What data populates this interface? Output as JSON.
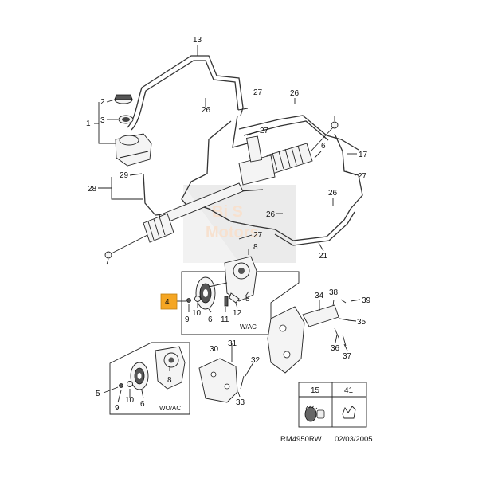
{
  "diagram": {
    "callouts": [
      {
        "id": "c13",
        "text": "13"
      },
      {
        "id": "c2",
        "text": "2"
      },
      {
        "id": "c3",
        "text": "3"
      },
      {
        "id": "c1",
        "text": "1"
      },
      {
        "id": "c26a",
        "text": "26"
      },
      {
        "id": "c27a",
        "text": "27"
      },
      {
        "id": "c26b",
        "text": "26"
      },
      {
        "id": "c27b",
        "text": "27"
      },
      {
        "id": "c6a",
        "text": "6"
      },
      {
        "id": "c17",
        "text": "17"
      },
      {
        "id": "c27c",
        "text": "27"
      },
      {
        "id": "c29",
        "text": "29"
      },
      {
        "id": "c28",
        "text": "28"
      },
      {
        "id": "c26c",
        "text": "26"
      },
      {
        "id": "c26d",
        "text": "26"
      },
      {
        "id": "c27d",
        "text": "27"
      },
      {
        "id": "c8a",
        "text": "8"
      },
      {
        "id": "c21",
        "text": "21"
      },
      {
        "id": "c9a",
        "text": "9"
      },
      {
        "id": "c10a",
        "text": "10"
      },
      {
        "id": "c6b",
        "text": "6"
      },
      {
        "id": "c11",
        "text": "11"
      },
      {
        "id": "c12",
        "text": "12"
      },
      {
        "id": "c8b",
        "text": "8"
      },
      {
        "id": "c34",
        "text": "34"
      },
      {
        "id": "c38",
        "text": "38"
      },
      {
        "id": "c39",
        "text": "39"
      },
      {
        "id": "c35",
        "text": "35"
      },
      {
        "id": "c36",
        "text": "36"
      },
      {
        "id": "c37",
        "text": "37"
      },
      {
        "id": "c30",
        "text": "30"
      },
      {
        "id": "c31",
        "text": "31"
      },
      {
        "id": "c32",
        "text": "32"
      },
      {
        "id": "c33",
        "text": "33"
      },
      {
        "id": "c8c",
        "text": "8"
      },
      {
        "id": "c5",
        "text": "5"
      },
      {
        "id": "c9b",
        "text": "9"
      },
      {
        "id": "c10b",
        "text": "10"
      },
      {
        "id": "c6c",
        "text": "6"
      }
    ],
    "highlight_callout": {
      "text": "4",
      "color": "#f5a623"
    },
    "box_labels": {
      "with_ac": "W/AC",
      "without_ac": "WO/AC"
    },
    "legend_parts": {
      "left": "15",
      "right": "41"
    },
    "watermark": {
      "line1": "Bi S",
      "line2": "Motors",
      "color": "#f2c9a8"
    },
    "footer": {
      "code": "RM4950RW",
      "date": "02/03/2005"
    }
  }
}
